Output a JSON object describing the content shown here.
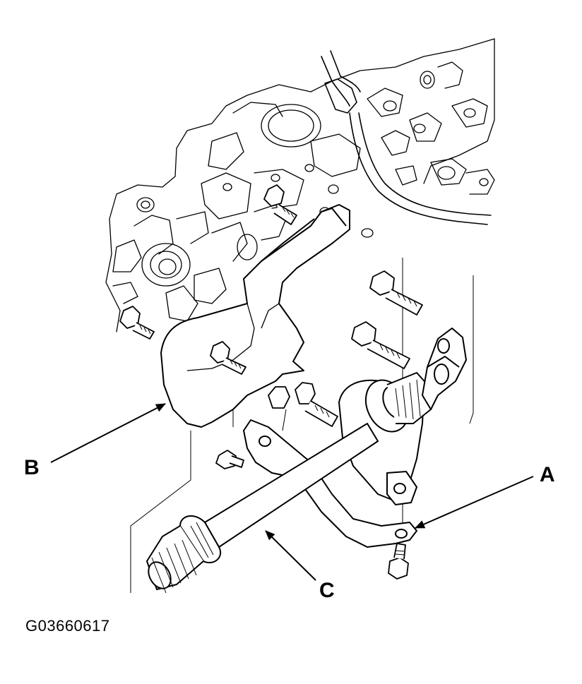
{
  "diagram": {
    "callouts": {
      "a": "A",
      "b": "B",
      "c": "C"
    },
    "figure_id": "G03660617",
    "colors": {
      "ink": "#000000",
      "paper": "#ffffff"
    },
    "parts": {
      "engine_block": "engine-block-icon",
      "bracket": "bearing-support-bracket-icon",
      "shaft": "intermediate-shaft-icon",
      "heat_shield": "heat-shield-icon",
      "bolts": "bolt-icon"
    }
  }
}
